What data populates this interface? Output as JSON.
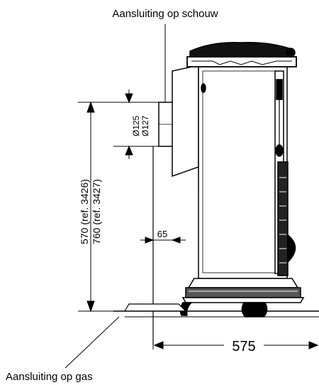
{
  "labels": {
    "chimney_connection": "Aansluiting op schouw",
    "gas_connection": "Aansluiting op gas",
    "flue_diameter_1": "Ø125",
    "flue_diameter_2": "Ø127",
    "height_ref_3426": "570 (ref. 3426)",
    "height_ref_3427": "760 (ref. 3427)",
    "wall_offset": "65",
    "depth": "575"
  },
  "colors": {
    "line": "#000000",
    "background": "#ffffff"
  }
}
